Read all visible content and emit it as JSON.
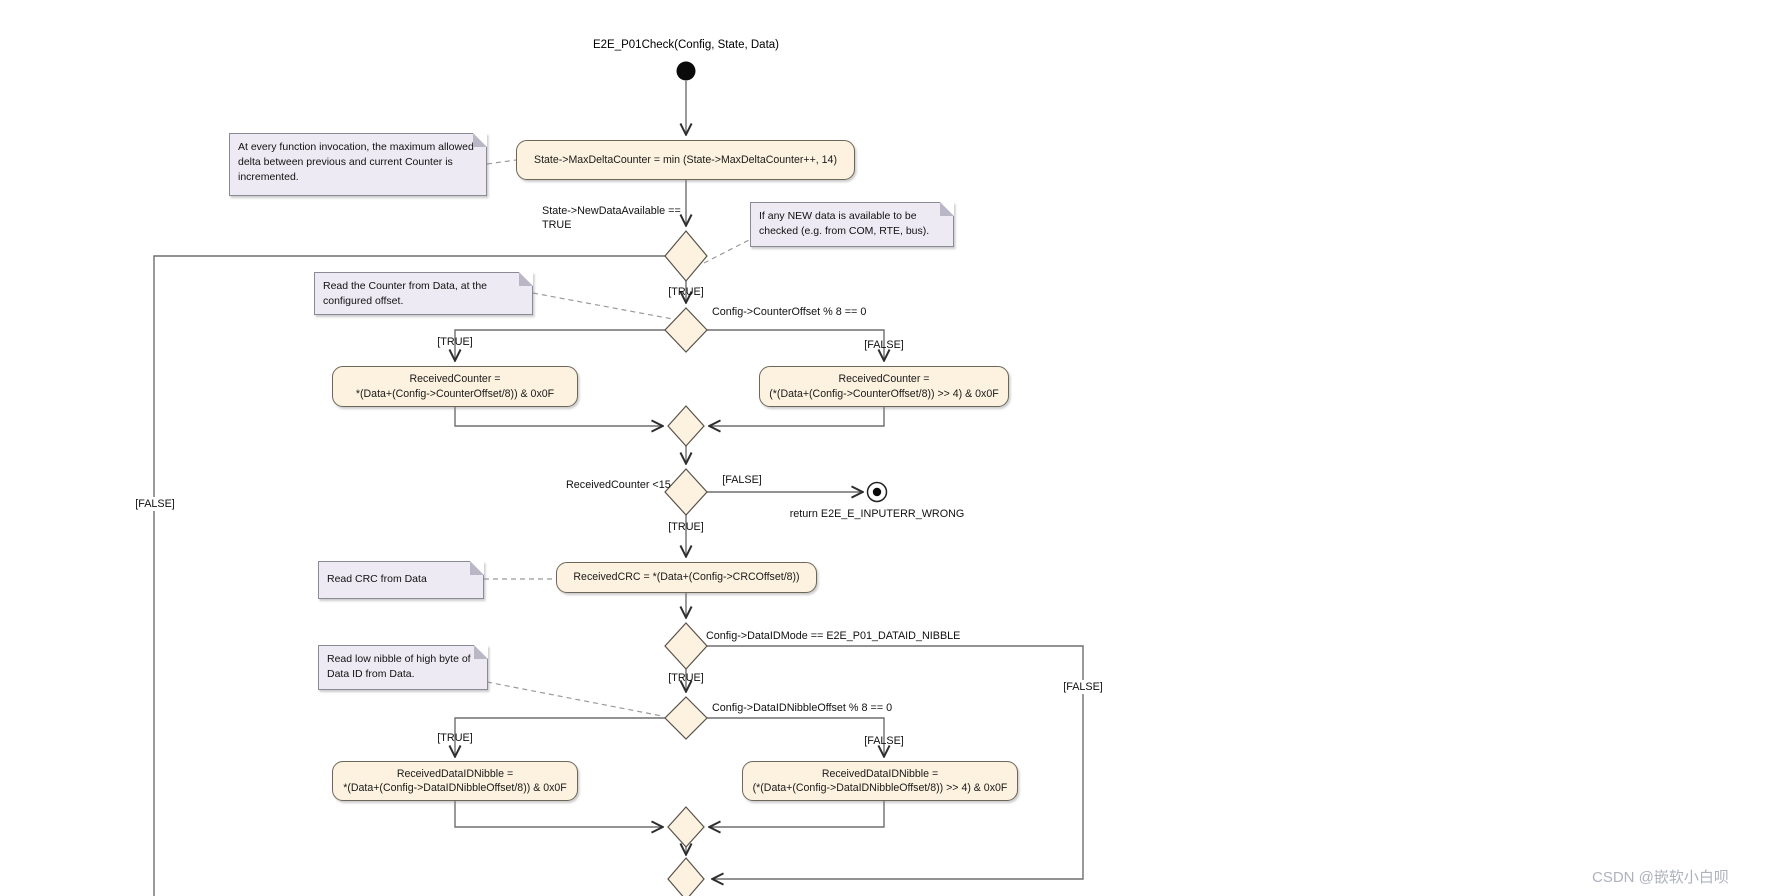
{
  "diagram": {
    "title": "E2E_P01Check(Config, State, Data)",
    "nodes": {
      "max_delta": "State->MaxDeltaCounter = min (State->MaxDeltaCounter++, 14)",
      "counter_direct": "ReceivedCounter =\n*(Data+(Config->CounterOffset/8)) & 0x0F",
      "counter_shifted": "ReceivedCounter =\n(*(Data+(Config->CounterOffset/8)) >> 4) & 0x0F",
      "crc": "ReceivedCRC = *(Data+(Config->CRCOffset/8))",
      "nibble_direct": "ReceivedDataIDNibble =\n*(Data+(Config->DataIDNibbleOffset/8)) & 0x0F",
      "nibble_shifted": "ReceivedDataIDNibble =\n(*(Data+(Config->DataIDNibbleOffset/8)) >> 4) & 0x0F"
    },
    "guards": {
      "new_data": "State->NewDataAvailable ==\nTRUE",
      "counter_offset": "Config->CounterOffset % 8 == 0",
      "counter_lt15": "ReceivedCounter <15",
      "dataid_mode": "Config->DataIDMode == E2E_P01_DATAID_NIBBLE",
      "nibble_offset": "Config->DataIDNibbleOffset % 8 == 0"
    },
    "edge_labels": {
      "true": "[TRUE]",
      "false": "[FALSE]"
    },
    "return_label": "return E2E_E_INPUTERR_WRONG",
    "notes": {
      "invocation": "At every function invocation, the maximum allowed\ndelta between previous and current Counter is\nincremented.",
      "new_data": "If any NEW data is available to be\nchecked (e.g. from COM, RTE, bus).",
      "read_counter": "Read the Counter from Data, at the\nconfigured offset.",
      "read_crc": "Read CRC from Data",
      "read_nibble": "Read low nibble of high byte of\nData ID from Data."
    },
    "colors": {
      "node_fill": "#fcf2df",
      "node_border": "#6d675a",
      "note_fill": "#eeeaf3",
      "note_border": "#8b8b97",
      "connector": "#6e6e6e"
    }
  },
  "watermark": "CSDN @嵌软小白呗"
}
